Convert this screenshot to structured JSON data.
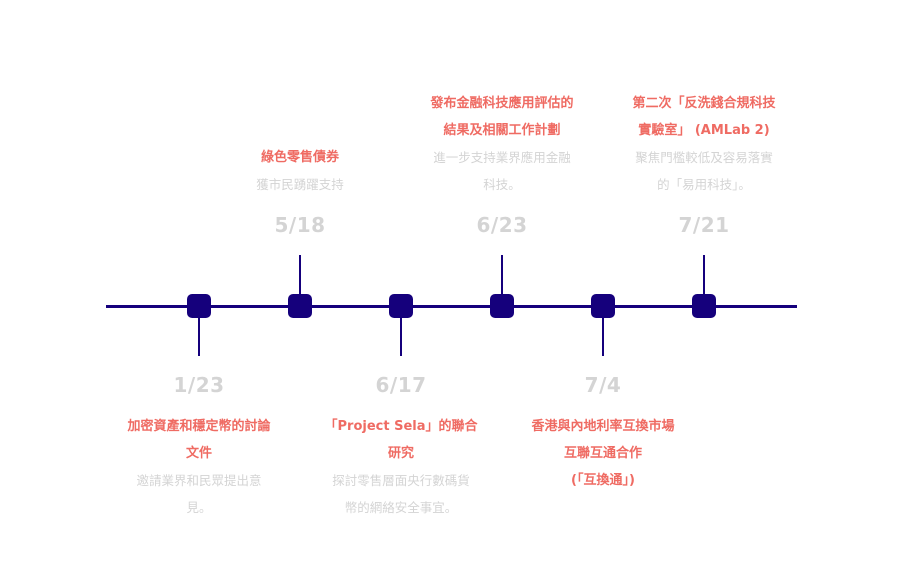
{
  "colors": {
    "axis": "#15007c",
    "node": "#15007c",
    "title": "#ef6b63",
    "date": "#d4d4d4",
    "description": "#d4d4d4"
  },
  "events": [
    {
      "id": "1-23",
      "date": "1/23",
      "title_lines": [
        "加密資產和穩定幣的討論",
        "文件"
      ],
      "desc_lines": [
        "邀請業界和民眾提出意",
        "見。"
      ],
      "position": "below"
    },
    {
      "id": "5-18",
      "date": "5/18",
      "title_lines": [
        "綠色零售債券"
      ],
      "desc_lines": [
        "獲市民踴躍支持"
      ],
      "position": "above"
    },
    {
      "id": "6-17",
      "date": "6/17",
      "title_lines": [
        "「Project Sela」的聯合",
        "研究"
      ],
      "desc_lines": [
        "探討零售層面央行數碼貨",
        "幣的網絡安全事宜。"
      ],
      "position": "below"
    },
    {
      "id": "6-23",
      "date": "6/23",
      "title_lines": [
        "發布金融科技應用評估的",
        "結果及相關工作計劃"
      ],
      "desc_lines": [
        "進一步支持業界應用金融",
        "科技。"
      ],
      "position": "above"
    },
    {
      "id": "7-4",
      "date": "7/4",
      "title_lines": [
        "香港與內地利率互換市場",
        "互聯互通合作",
        "(「互換通」)"
      ],
      "desc_lines": [],
      "position": "below"
    },
    {
      "id": "7-21",
      "date": "7/21",
      "title_lines": [
        "第二次「反洗錢合規科技",
        "實驗室」 (AMLab 2)"
      ],
      "desc_lines": [
        "聚焦門檻較低及容易落實",
        "的「易用科技」。"
      ],
      "position": "above"
    }
  ]
}
